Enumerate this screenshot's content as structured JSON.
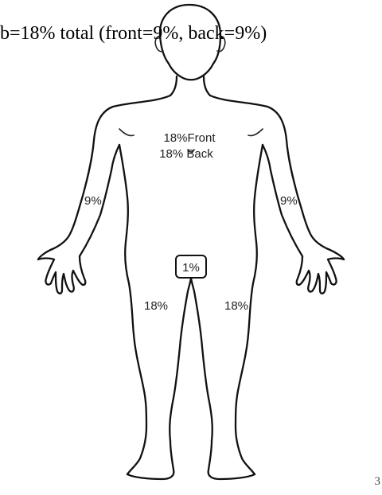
{
  "caption": "b=18% total (front=9%, back=9%)",
  "labels": {
    "trunk_front": "18%Front",
    "trunk_back": "18% Back",
    "right_arm": "9%",
    "left_arm": "9%",
    "genital": "1%",
    "right_leg": "18%",
    "left_leg": "18%"
  },
  "corner_mark": "3",
  "colors": {
    "line": "#111111",
    "text": "#222222",
    "background": "#ffffff"
  }
}
